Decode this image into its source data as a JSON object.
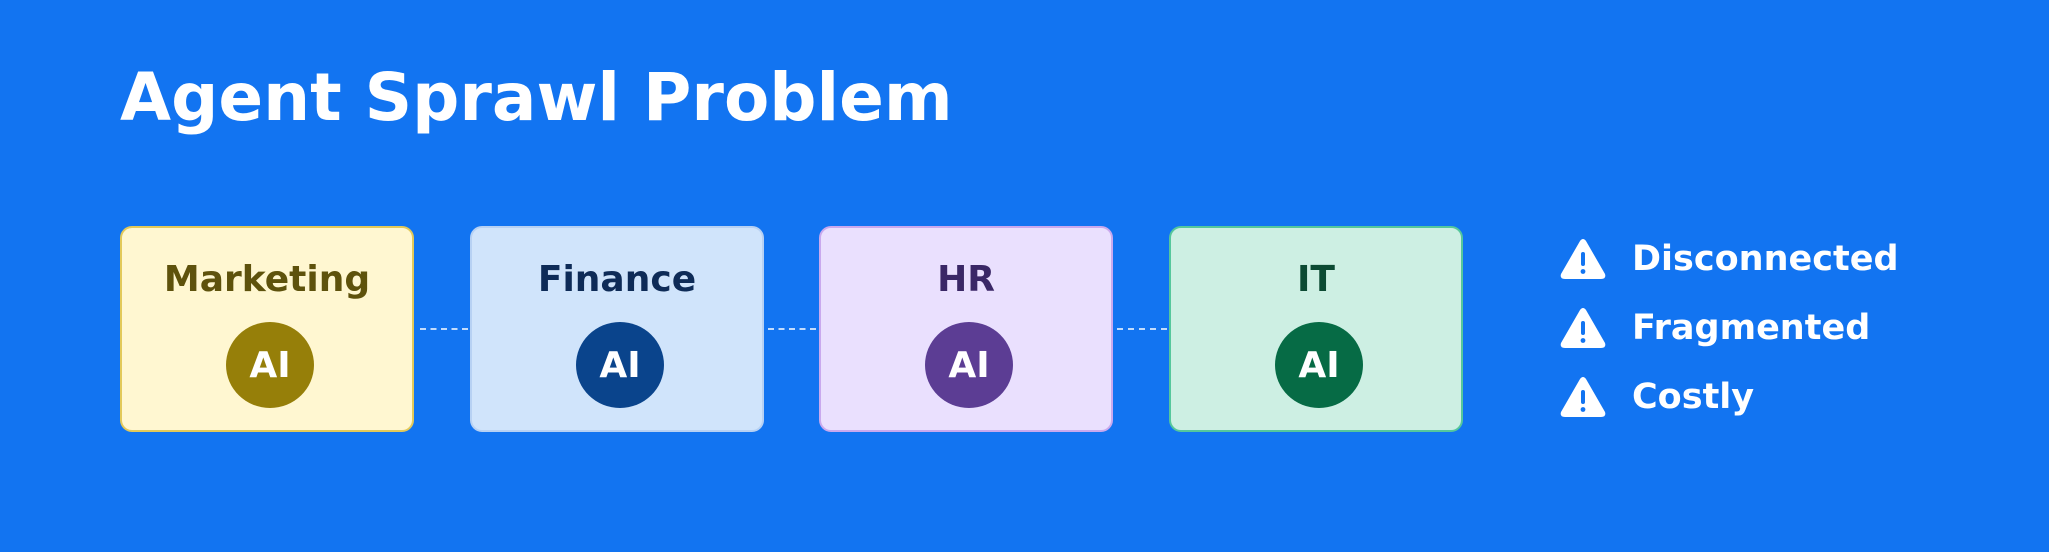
{
  "title": "Agent Sprawl Problem",
  "departments": [
    {
      "name": "Marketing",
      "badge": "AI",
      "card_color": "#FFF7D1",
      "border_color": "#E2C95A",
      "name_color": "#5E520C",
      "badge_color": "#967F09"
    },
    {
      "name": "Finance",
      "badge": "AI",
      "card_color": "#D0E4FB",
      "border_color": "#B7D1F3",
      "name_color": "#0E2B57",
      "badge_color": "#0A448C"
    },
    {
      "name": "HR",
      "badge": "AI",
      "card_color": "#EAE0FE",
      "border_color": "#C9A9EE",
      "name_color": "#3A2766",
      "badge_color": "#5C3D94"
    },
    {
      "name": "IT",
      "badge": "AI",
      "card_color": "#CDEFE3",
      "border_color": "#55C79C",
      "name_color": "#0C4A33",
      "badge_color": "#066B45"
    }
  ],
  "issues": [
    {
      "label": "Disconnected",
      "icon": "warning-icon"
    },
    {
      "label": "Fragmented",
      "icon": "warning-icon"
    },
    {
      "label": "Costly",
      "icon": "warning-icon"
    }
  ],
  "colors": {
    "background": "#1274F1",
    "text": "#FFFFFF",
    "connector": "#FFFFFF"
  }
}
